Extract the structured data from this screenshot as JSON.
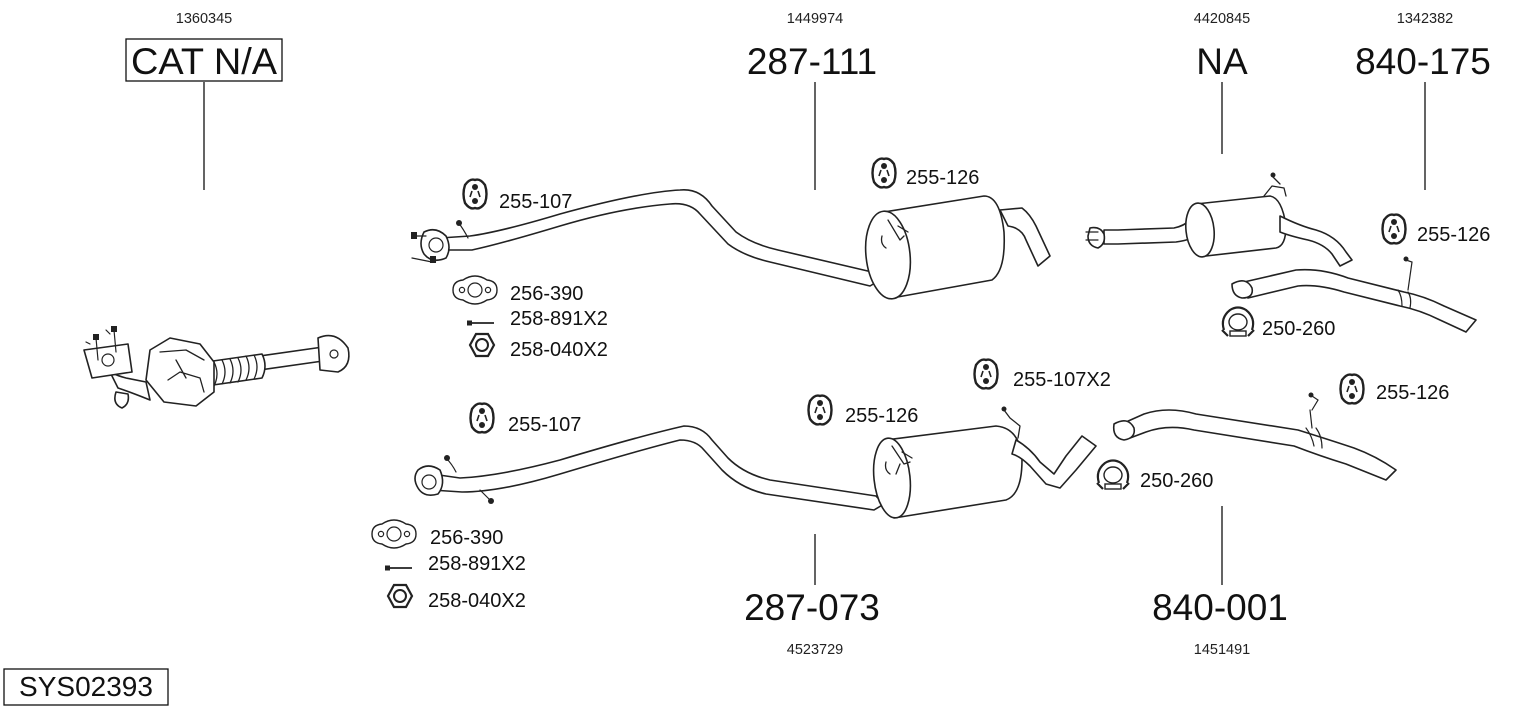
{
  "diagram_id": "SYS02393",
  "parts": {
    "cat": {
      "number": "CAT N/A",
      "ref": "1360345"
    },
    "front_pipe_upper": {
      "number": "287-111",
      "ref": "1449974"
    },
    "middle_upper": {
      "number": "NA",
      "ref": "4420845"
    },
    "rear_upper": {
      "number": "840-175",
      "ref": "1342382"
    },
    "front_pipe_lower": {
      "number": "287-073",
      "ref": "4523729"
    },
    "rear_lower": {
      "number": "840-001",
      "ref": "1451491"
    }
  },
  "fittings": {
    "upper_hanger_front": "255-107",
    "upper_hanger_mid": "255-126",
    "upper_hanger_rear": "255-126",
    "upper_gasket": "256-390",
    "upper_bolt": "258-891X2",
    "upper_nut": "258-040X2",
    "upper_clamp": "250-260",
    "lower_hanger_front": "255-107",
    "lower_hanger_mid": "255-126",
    "lower_hanger_pair": "255-107X2",
    "lower_hanger_rear": "255-126",
    "lower_gasket": "256-390",
    "lower_bolt": "258-891X2",
    "lower_nut": "258-040X2",
    "lower_clamp": "250-260"
  },
  "colors": {
    "line": "#222222",
    "background": "#ffffff"
  }
}
